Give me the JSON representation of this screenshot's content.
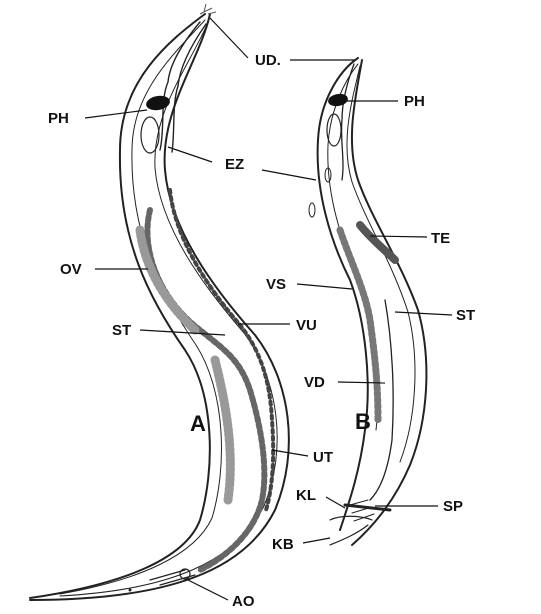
{
  "figure": {
    "panels": [
      {
        "key": "A",
        "label": "A"
      },
      {
        "key": "B",
        "label": "B"
      }
    ],
    "labels": {
      "ud": "UD.",
      "ph_a": "PH",
      "ph_b": "PH",
      "ez": "EZ",
      "te": "TE",
      "ov": "OV",
      "vs": "VS",
      "st_a": "ST",
      "st_b": "ST",
      "vu": "VU",
      "vd": "VD",
      "ut": "UT",
      "kl": "KL",
      "sp": "SP",
      "kb": "KB",
      "ao": "AO"
    }
  }
}
